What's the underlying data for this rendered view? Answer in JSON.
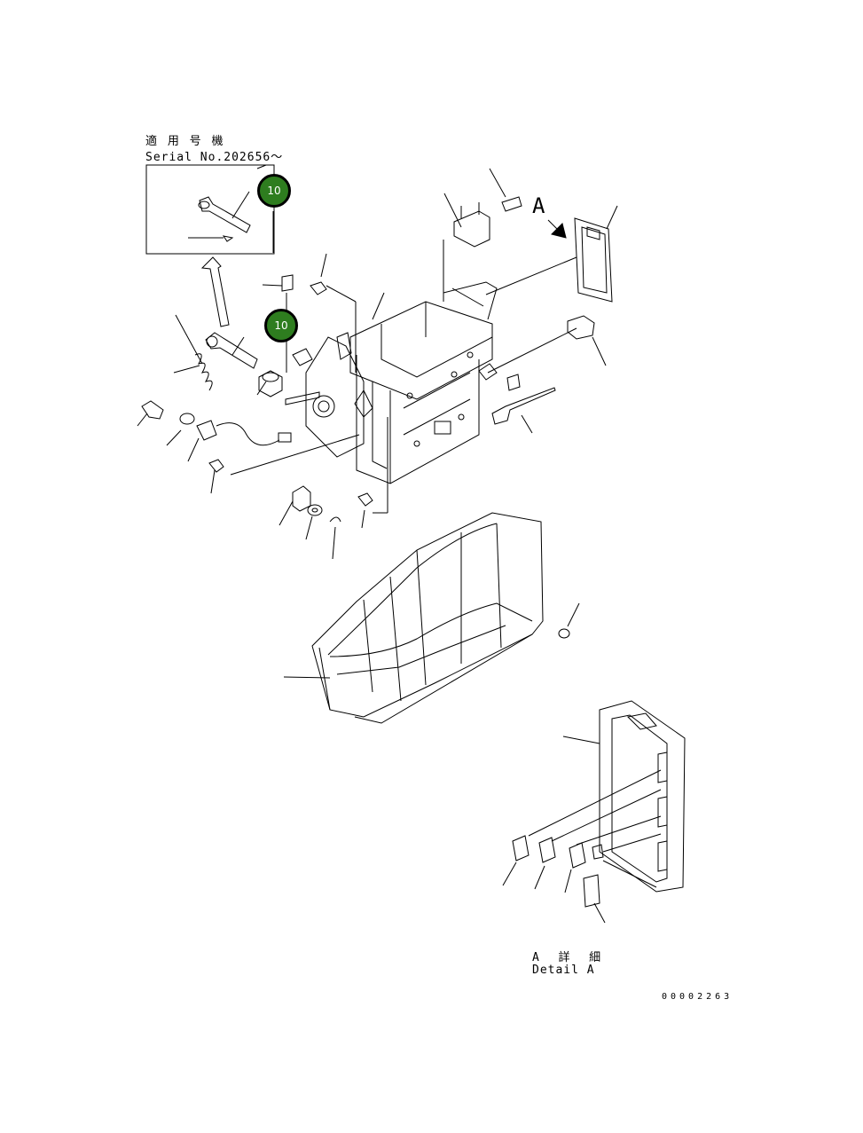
{
  "applicable_header": {
    "jp": "適 用 号 機",
    "serial": "Serial No.202656～"
  },
  "detail_marker": "A",
  "badges": [
    "10",
    "10"
  ],
  "detail_caption": {
    "jp": "A  詳  細",
    "en": "Detail A"
  },
  "drawing_number": "00002263",
  "colors": {
    "badge_fill": "#2e7d1f",
    "line": "#000000"
  }
}
